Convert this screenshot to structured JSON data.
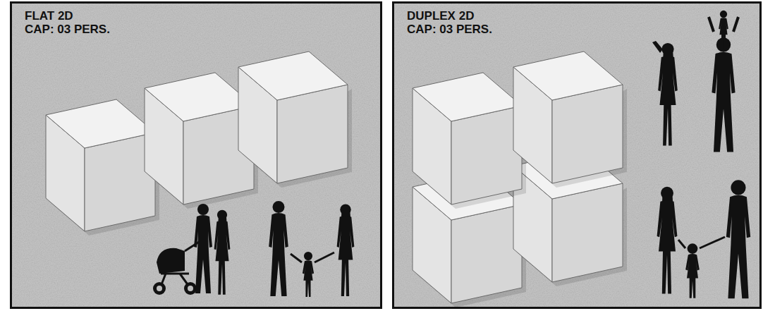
{
  "diagram": {
    "nodes": [
      {
        "text": [
          "FLAT 2D",
          "CAP: 03 PERS."
        ]
      },
      {
        "text": [
          "DUPLEX 2D",
          "CAP: 03 PERS."
        ]
      }
    ]
  }
}
